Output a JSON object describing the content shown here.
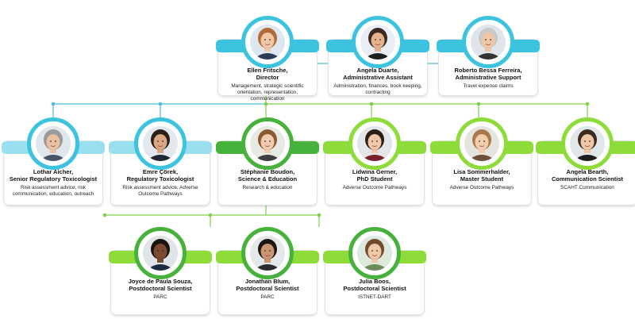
{
  "colors": {
    "blue": "#3cc3e0",
    "blue_light": "#9adff0",
    "green": "#46b23c",
    "green_dark": "#2e9a30",
    "lime": "#8ddc3a",
    "lime_light": "#b5ea74",
    "line_blue": "#4bbfd6",
    "line_green": "#7fcf4a"
  },
  "people": [
    {
      "name_line1": "Ellen Fritsche,",
      "name_line2": "Director",
      "desc": "Management, strategic scientific orientation, representation, communication"
    },
    {
      "name_line1": "Angela Duarte,",
      "name_line2": "Administrative Assistant",
      "desc": "Administration, finances, book keeping, contracting"
    },
    {
      "name_line1": "Roberto Bessa Ferreira,",
      "name_line2": "Administrative Support",
      "desc": "Travel expense claims"
    },
    {
      "name_line1": "Lothar Aicher,",
      "name_line2": "Senior Regulatory Toxicologist",
      "desc": "Risk assessment advice, risk communication, education, outreach"
    },
    {
      "name_line1": "Emre Çörek,",
      "name_line2": "Regulatory Toxicologist",
      "desc": "Risk assessment advice, Adverse Outcome Pathways"
    },
    {
      "name_line1": "Stéphanie Boudon,",
      "name_line2": "Science & Education",
      "desc": "Research & education"
    },
    {
      "name_line1": "Lidwina Gerner,",
      "name_line2": "PhD Student",
      "desc": "Adverse Outcome Pathways"
    },
    {
      "name_line1": "Lisa Sommerhalder,",
      "name_line2": "Master Student",
      "desc": "Adverse Outcome Pathways"
    },
    {
      "name_line1": "Angela Bearth,",
      "name_line2": "Communication Scientist",
      "desc": "SCAHT Communication"
    },
    {
      "name_line1": "Joyce de Paula Souza,",
      "name_line2": "Postdoctoral Scientist",
      "desc": "PARC"
    },
    {
      "name_line1": "Jonathan Blum,",
      "name_line2": "Postdoctoral Scientist",
      "desc": "PARC"
    },
    {
      "name_line1": "Julia Boos,",
      "name_line2": "Postdoctoral Scientist",
      "desc": "ISTNET-DART"
    }
  ],
  "avatars": [
    {
      "skin": "#f0c7a7",
      "hair": "#b06a35",
      "shirt": "#2f3b55",
      "bg": "#dde7ef"
    },
    {
      "skin": "#e4b28d",
      "hair": "#3a2a20",
      "shirt": "#1f1f1f",
      "bg": "#e8eef3"
    },
    {
      "skin": "#efc6a6",
      "hair": "#c9c9c9",
      "shirt": "#333333",
      "bg": "#dfe5ea"
    },
    {
      "skin": "#eac2a3",
      "hair": "#9a9a9a",
      "shirt": "#4a5464",
      "bg": "#dfe6ec"
    },
    {
      "skin": "#d9a882",
      "hair": "#2a2018",
      "shirt": "#222833",
      "bg": "#e2e8ee"
    },
    {
      "skin": "#f1cbad",
      "hair": "#8c5a32",
      "shirt": "#3d3d44",
      "bg": "#e5ebe3"
    },
    {
      "skin": "#f0c8a8",
      "hair": "#2b1f18",
      "shirt": "#7a1f2b",
      "bg": "#e2e6ea"
    },
    {
      "skin": "#f2cdb0",
      "hair": "#a87a4a",
      "shirt": "#6b4f3a",
      "bg": "#e6e4df"
    },
    {
      "skin": "#eec5a5",
      "hair": "#3b2a20",
      "shirt": "#1e1e22",
      "bg": "#e0e6ea"
    },
    {
      "skin": "#7a4b2e",
      "hair": "#1a1410",
      "shirt": "#1e2a44",
      "bg": "#dfe4e8"
    },
    {
      "skin": "#c99672",
      "hair": "#1d1712",
      "shirt": "#2b2b30",
      "bg": "#e4e8ea"
    },
    {
      "skin": "#f0c9a9",
      "hair": "#6f4a2c",
      "shirt": "#6d8a5a",
      "bg": "#dfe8dd"
    }
  ]
}
